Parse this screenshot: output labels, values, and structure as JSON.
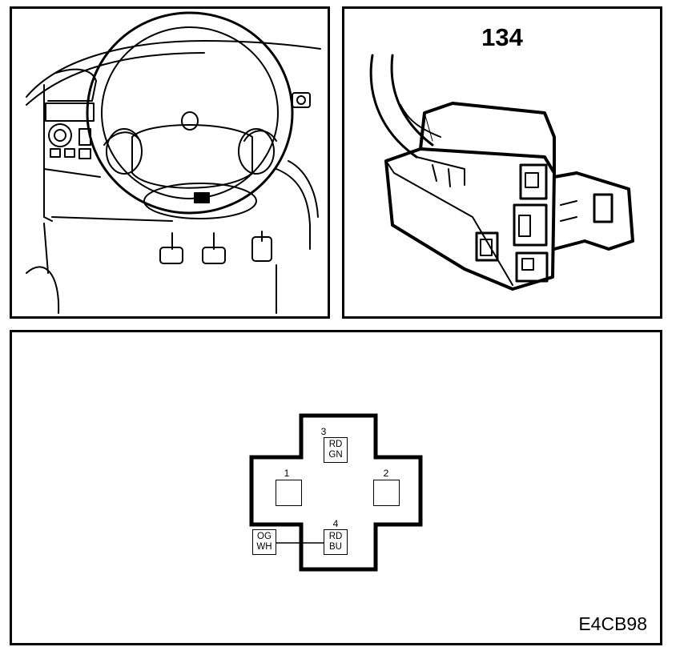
{
  "connector": {
    "number": "134"
  },
  "figure": {
    "code": "E4CB98"
  },
  "pins": [
    {
      "number": "1",
      "wire_color": null
    },
    {
      "number": "2",
      "wire_color": null
    },
    {
      "number": "3",
      "wire_color": {
        "line1": "RD",
        "line2": "GN"
      }
    },
    {
      "number": "4",
      "wire_color": {
        "line1": "RD",
        "line2": "BU"
      }
    }
  ],
  "splice": {
    "line1": "OG",
    "line2": "WH"
  },
  "colors": {
    "line": "#000000",
    "background": "#ffffff"
  },
  "icons": {
    "dashboard": "steering-wheel-dashboard-illustration",
    "connector": "connector-housing-illustration"
  }
}
